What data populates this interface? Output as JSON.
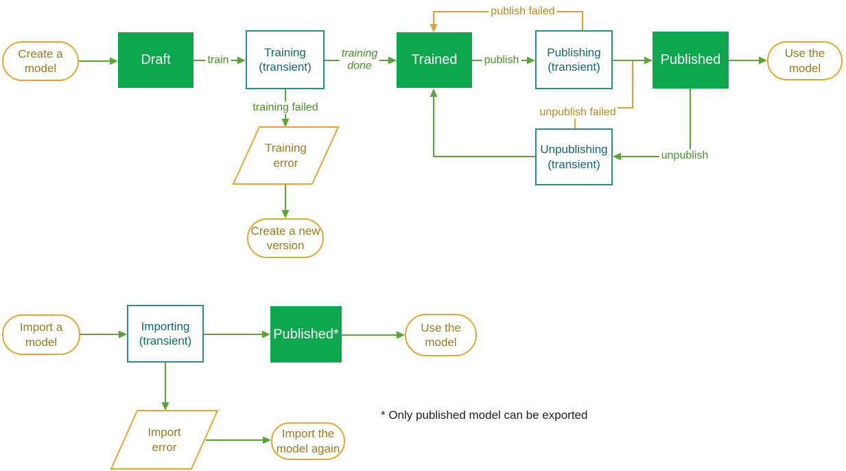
{
  "colors": {
    "state_fill_green": "#0da74e",
    "state_text": "#ffffff",
    "transient_border": "#2b8f89",
    "transient_text": "#10696d",
    "terminal_border": "#e5a72e",
    "terminal_text": "#9a7b1e",
    "line_green": "#5aa336",
    "label_green": "#4a8f2a",
    "line_orange": "#dda32e",
    "label_orange": "#b78c1a",
    "note_text": "#1f1f1f"
  },
  "nodes": {
    "create_model": {
      "label": "Create a\nmodel"
    },
    "draft": {
      "label": "Draft"
    },
    "training": {
      "label": "Training\n(transient)"
    },
    "trained": {
      "label": "Trained"
    },
    "publishing": {
      "label": "Publishing\n(transient)"
    },
    "published": {
      "label": "Published"
    },
    "use_model": {
      "label": "Use the\nmodel"
    },
    "unpublishing": {
      "label": "Unpublishing\n(transient)"
    },
    "training_error": {
      "label": "Training\nerror"
    },
    "create_new_version": {
      "label": "Create a new\nversion"
    },
    "import_model": {
      "label": "Import a\nmodel"
    },
    "importing": {
      "label": "Importing\n(transient)"
    },
    "published_import": {
      "label": "Published*"
    },
    "use_model_import": {
      "label": "Use the\nmodel"
    },
    "import_error": {
      "label": "Import\nerror"
    },
    "import_again": {
      "label": "Import the\nmodel again"
    }
  },
  "edges": {
    "train": "train",
    "training_done": "training\ndone",
    "publish": "publish",
    "publish_failed": "publish failed",
    "unpublish": "unpublish",
    "unpublish_failed": "unpublish failed",
    "training_failed": "training failed"
  },
  "footnote": "* Only published model can be exported"
}
